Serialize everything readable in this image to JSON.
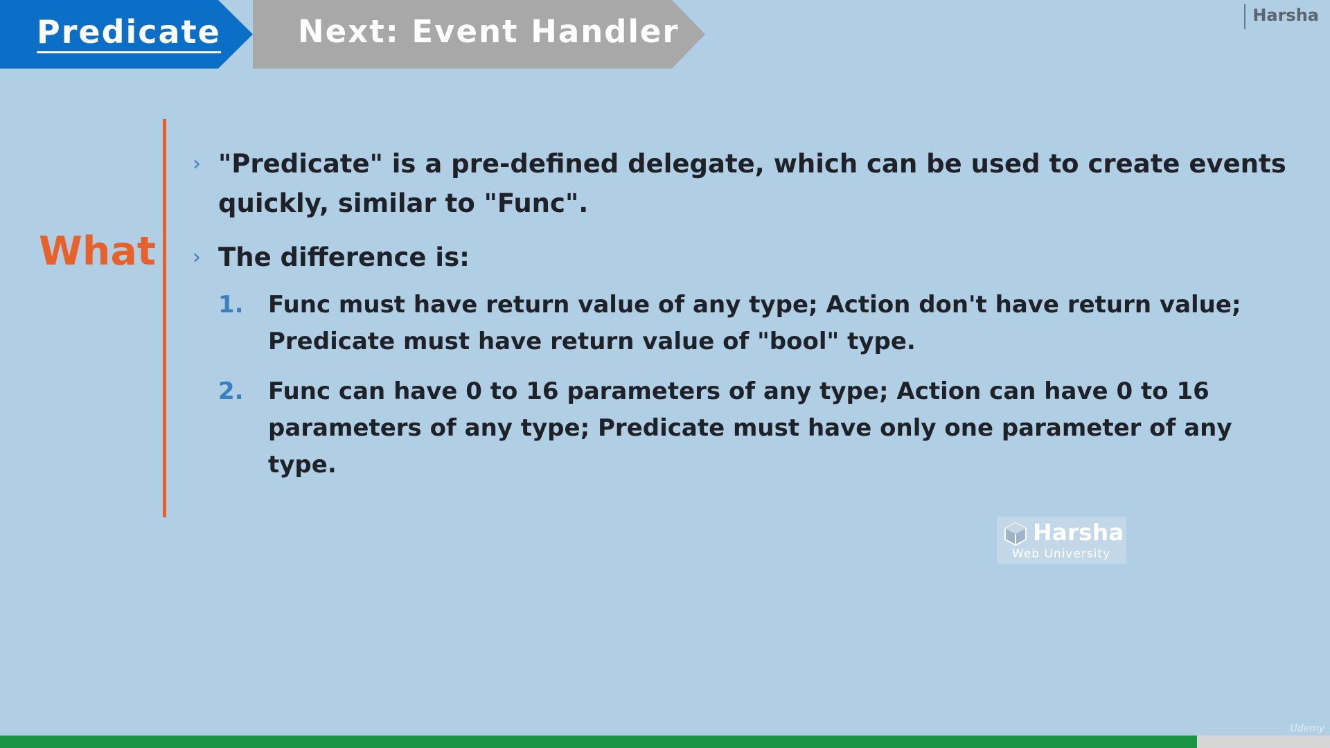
{
  "header": {
    "current_tab": "Predicate",
    "next_tab": "Next: Event Handler",
    "author_tag": "Harsha"
  },
  "section": {
    "label": "What"
  },
  "bullets": [
    "\"Predicate\" is a pre-defined delegate, which can be used to create events quickly, similar to \"Func\".",
    "The difference is:"
  ],
  "numbered_items": [
    {
      "number": "1.",
      "text": "Func must have return value of any type; Action don't have return value; Predicate must have return value of \"bool\" type."
    },
    {
      "number": "2.",
      "text": "Func can have 0 to 16 parameters of any type; Action can have 0 to 16 parameters of any type; Predicate must have only one parameter of any type."
    }
  ],
  "watermark": {
    "name": "Harsha",
    "subtitle": "Web University",
    "icon": "cube-logo-icon"
  },
  "progress": {
    "fraction": 0.9
  },
  "platform_mark": "Udemy",
  "colors": {
    "background": "#b0cfe4",
    "current_tab": "#0b6fc7",
    "next_tab": "#a8a8a8",
    "accent": "#e8612a",
    "bullet_marker": "#3a7fc0",
    "progress": "#1a9443"
  }
}
